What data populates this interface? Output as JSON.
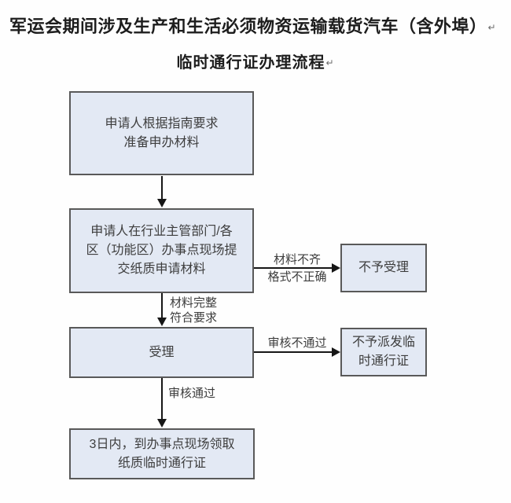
{
  "title": {
    "line1": "军运会期间涉及生产和生活必须物资运输载货汽车（含外埠）",
    "line2": "临时通行证办理流程",
    "paragraph_mark": "↵"
  },
  "flowchart": {
    "colors": {
      "node_fill": "#e3e9f4",
      "node_border": "#595959",
      "connector": "#161616",
      "text": "#3d3d3d"
    },
    "nodes": {
      "prepare": {
        "lines": [
          "申请人根据指南要求",
          "准备申办材料"
        ]
      },
      "submit": {
        "lines": [
          "申请人在行业主管部门/各",
          "区（功能区）办事点现场提",
          "交纸质申请材料"
        ]
      },
      "accept": {
        "lines": [
          "受理"
        ]
      },
      "collect": {
        "lines": [
          "3日内，到办事点现场领取",
          "纸质临时通行证"
        ]
      },
      "reject_accept": {
        "lines": [
          "不予受理"
        ]
      },
      "reject_issue": {
        "lines": [
          "不予派发临",
          "时通行证"
        ]
      }
    },
    "edge_labels": {
      "incomplete_line1": "材料不齐",
      "incomplete_line2": "格式不正确",
      "complete_line1": "材料完整",
      "complete_line2": "符合要求",
      "review_fail": "审核不通过",
      "review_pass": "审核通过"
    }
  }
}
